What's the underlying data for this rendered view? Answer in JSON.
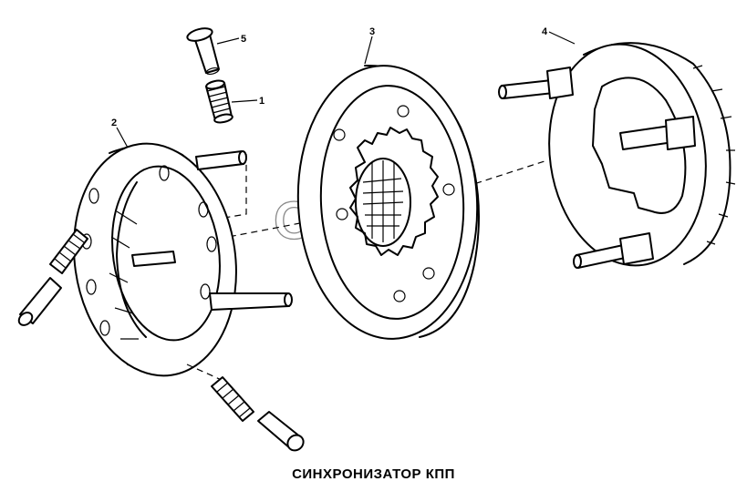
{
  "caption": "СИНХРОНИЗАТОР КПП",
  "watermark": "OPEX",
  "callouts": [
    {
      "id": "1",
      "text": "1"
    },
    {
      "id": "2",
      "text": "2"
    },
    {
      "id": "3",
      "text": "3"
    },
    {
      "id": "4",
      "text": "4"
    },
    {
      "id": "5",
      "text": "5"
    }
  ]
}
